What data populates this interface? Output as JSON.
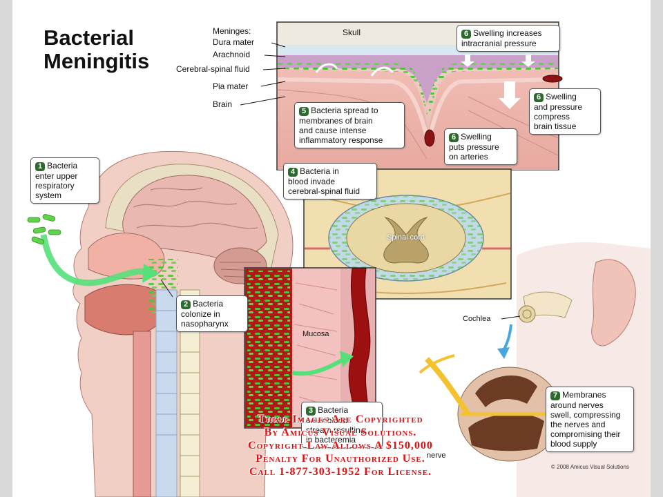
{
  "title_line1": "Bacterial",
  "title_line2": "Meningitis",
  "meninges": {
    "heading": "Meninges:",
    "dura": "Dura mater",
    "arachnoid": "Arachnoid",
    "csf": "Cerebral-spinal fluid",
    "pia": "Pia mater",
    "brain": "Brain"
  },
  "skull": "Skull",
  "callouts": {
    "c1": {
      "num": "1",
      "lines": [
        "Bacteria",
        "enter upper",
        "respiratory",
        "system"
      ]
    },
    "c2": {
      "num": "2",
      "lines": [
        "Bacteria",
        "colonize in",
        "nasopharynx"
      ]
    },
    "c3": {
      "num": "3",
      "lines": [
        "Bacteria",
        "enter blood",
        "stream resulting",
        "in bacteremia"
      ]
    },
    "c4": {
      "num": "4",
      "lines": [
        "Bacteria in",
        "blood invade",
        "cerebral-spinal fluid"
      ]
    },
    "c5": {
      "num": "5",
      "lines": [
        "Bacteria spread to",
        "membranes of brain",
        "and cause intense",
        "inflammatory response"
      ]
    },
    "c6a": {
      "num": "6",
      "lines": [
        "Swelling increases",
        "intracranial pressure"
      ]
    },
    "c6b": {
      "num": "6",
      "lines": [
        "Swelling",
        "and pressure",
        "compress",
        "brain tissue"
      ]
    },
    "c6c": {
      "num": "6",
      "lines": [
        "Swelling",
        "puts pressure",
        "on arteries"
      ]
    },
    "c7": {
      "num": "7",
      "lines": [
        "Membranes",
        "around nerves",
        "swell, compressing",
        "the nerves and",
        "compromising their",
        "blood supply"
      ]
    }
  },
  "mucosa": "Mucosa",
  "spinal_cord": "Spinal cord",
  "cochlea": "Cochlea",
  "nerve": "nerve",
  "watermark": [
    "These Images Are Copyrighted",
    "By Amicus Visual Solutions.",
    "Copyright Law Allows A $150,000",
    "Penalty For Unauthorized Use.",
    "Call 1-877-303-1952 For License."
  ],
  "copyright_small": "© 2008 Amicus Visual Solutions",
  "colors": {
    "bacteria": "#5fd34a",
    "tissue": "#e79a9a",
    "bone": "#efe6c8",
    "watermark": "#dd1111"
  }
}
